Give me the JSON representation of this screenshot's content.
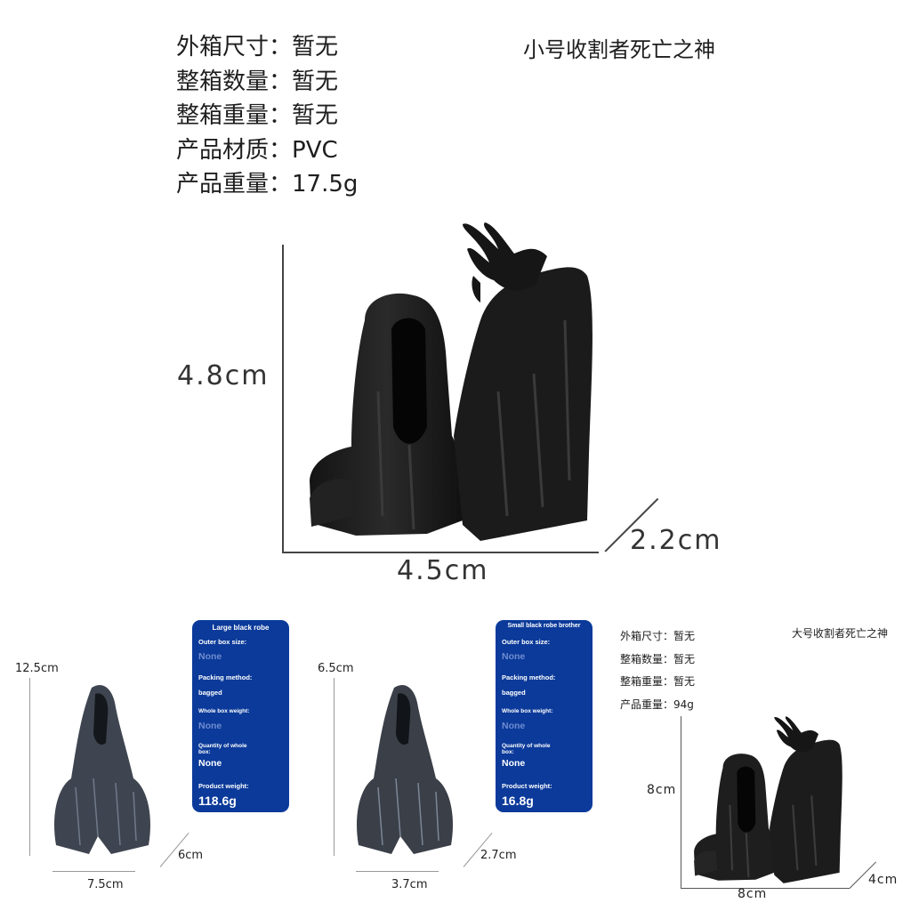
{
  "top_panel": {
    "specs": [
      {
        "label": "外箱尺寸：",
        "value": "暂无"
      },
      {
        "label": "整箱数量：",
        "value": "暂无"
      },
      {
        "label": "整箱重量：",
        "value": "暂无"
      },
      {
        "label": "产品材质：",
        "value": "PVC"
      },
      {
        "label": "产品重量：",
        "value": "17.5g"
      }
    ],
    "title": "小号收割者死亡之神",
    "dimensions": {
      "height": "4.8cm",
      "width": "4.5cm",
      "depth": "2.2cm"
    }
  },
  "bottom_left": {
    "dimensions": {
      "height": "12.5cm",
      "width": "7.5cm",
      "depth": "6cm"
    },
    "card": {
      "title": "Large black robe",
      "outer_box_label": "Outer box size:",
      "outer_box_value": "None",
      "packing_label": "Packing method:",
      "packing_value": "bagged",
      "whole_weight_label": "Whole box weight:",
      "whole_weight_value": "None",
      "quantity_label": "Quantity of whole box:",
      "quantity_value": "None",
      "product_weight_label": "Product weight:",
      "product_weight_value": "118.6g"
    }
  },
  "bottom_middle": {
    "dimensions": {
      "height": "6.5cm",
      "width": "3.7cm",
      "depth": "2.7cm"
    },
    "card": {
      "title": "Small black robe brother",
      "outer_box_label": "Outer box size:",
      "outer_box_value": "None",
      "packing_label": "Packing method:",
      "packing_value": "bagged",
      "whole_weight_label": "Whole box weight:",
      "whole_weight_value": "None",
      "quantity_label": "Quantity of whole box:",
      "quantity_value": "None",
      "product_weight_label": "Product weight:",
      "product_weight_value": "16.8g"
    }
  },
  "bottom_right": {
    "specs": [
      {
        "label": "外箱尺寸：",
        "value": "暂无"
      },
      {
        "label": "整箱数量：",
        "value": "暂无"
      },
      {
        "label": "整箱重量：",
        "value": "暂无"
      },
      {
        "label": "产品重量：",
        "value": "94g"
      }
    ],
    "title": "大号收割者死亡之神",
    "dimensions": {
      "height": "8cm",
      "width": "8cm",
      "depth": "4cm"
    }
  },
  "colors": {
    "card_bg": "#0b3a9a",
    "figure": "#1c1c1c",
    "figure_gray": "#3f4550"
  }
}
